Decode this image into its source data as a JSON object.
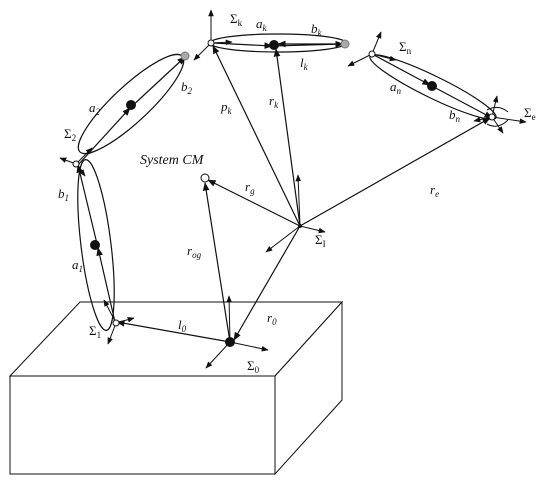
{
  "labels": {
    "system_cm": "System CM",
    "a1": "a",
    "a1_sub": "1",
    "b1": "b",
    "b1_sub": "1",
    "a2": "a",
    "a2_sub": "2",
    "b2": "b",
    "b2_sub": "2",
    "ak": "a",
    "ak_sub": "k",
    "bk": "b",
    "bk_sub": "k",
    "lk": "l",
    "lk_sub": "k",
    "an": "a",
    "an_sub": "n",
    "bn": "b",
    "bn_sub": "n",
    "pk": "p",
    "pk_sub": "k",
    "rk": "r",
    "rk_sub": "k",
    "rg": "r",
    "rg_sub": "g",
    "re": "r",
    "re_sub": "e",
    "rog": "r",
    "rog_sub": "og",
    "l0": "l",
    "l0_sub": "0",
    "r0": "r",
    "r0_sub": "0",
    "sig1": "Σ",
    "sig1_sub": "1",
    "sig2": "Σ",
    "sig2_sub": "2",
    "sigk": "Σ",
    "sigk_sub": "k",
    "sign": "Σ",
    "sign_sub": "n",
    "sige": "Σ",
    "sige_sub": "e",
    "sig0": "Σ",
    "sig0_sub": "0",
    "sigI": "Σ",
    "sigI_sub": "I"
  },
  "colors": {
    "ink": "#111111",
    "gray_joint": "#aaaaaa"
  }
}
